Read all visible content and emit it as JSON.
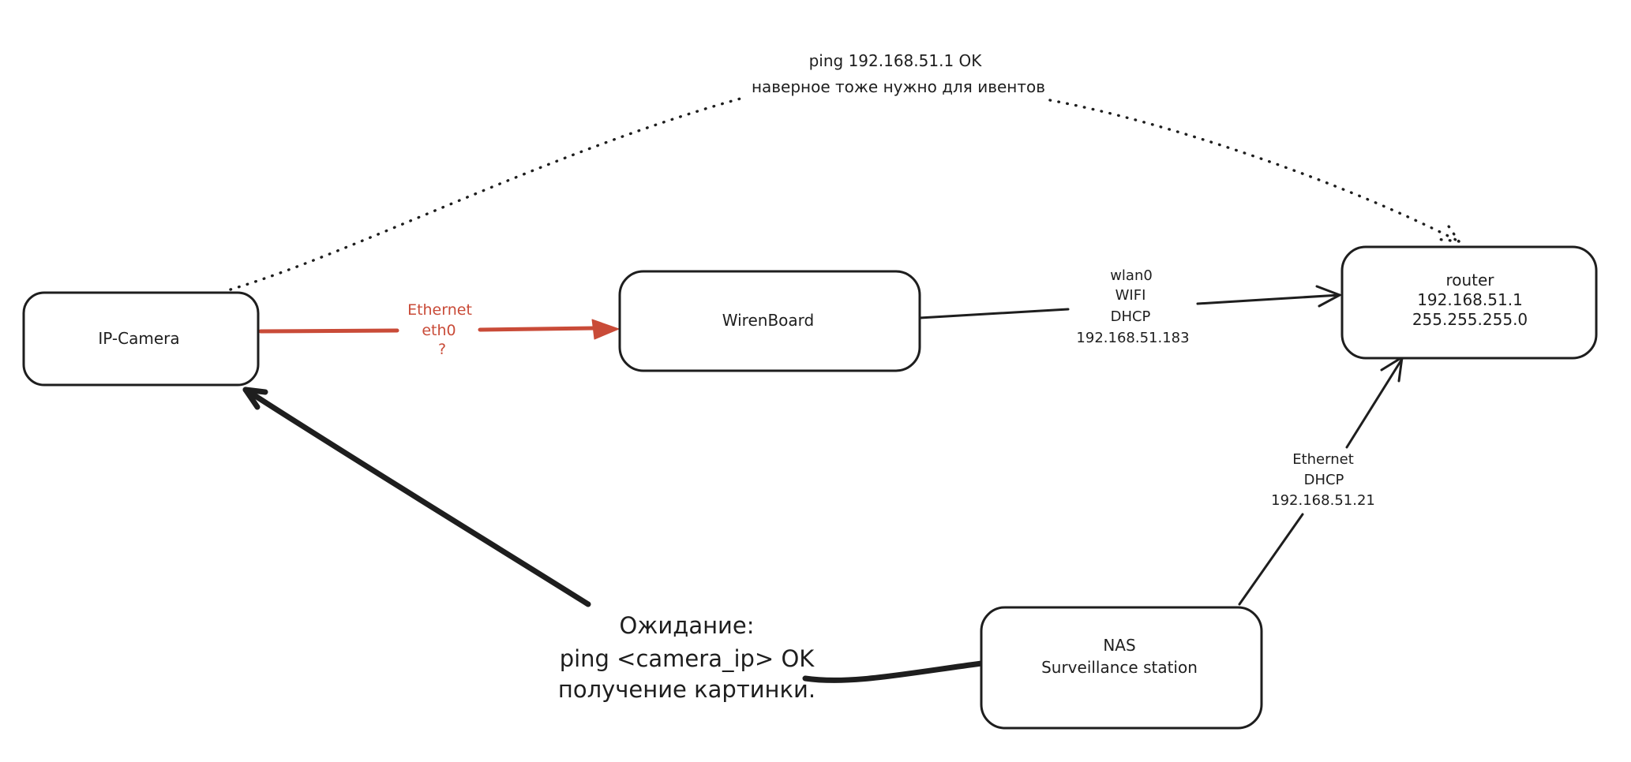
{
  "colors": {
    "ink": "#1e1e1e",
    "red": "#c94b38",
    "background": "#ffffff"
  },
  "nodes": {
    "ip_camera": {
      "label": "IP-Camera"
    },
    "wirenboard": {
      "label": "WirenBoard"
    },
    "router": {
      "line1": "router",
      "line2": "192.168.51.1",
      "line3": "255.255.255.0"
    },
    "nas": {
      "line1": "NAS",
      "line2": "Surveillance station"
    }
  },
  "edges": {
    "camera_to_wirenboard": {
      "type": "solid-arrow",
      "color": "red",
      "line1": "Ethernet",
      "line2": "eth0",
      "line3": "?"
    },
    "wirenboard_to_router": {
      "type": "solid-arrow",
      "line1": "wlan0",
      "line2": "WIFI",
      "line3": "DHCP",
      "line4": "192.168.51.183"
    },
    "nas_to_router": {
      "type": "solid-arrow",
      "line1": "Ethernet",
      "line2": "DHCP",
      "line3": "192.168.51.21"
    },
    "camera_to_router": {
      "type": "dotted-arrow",
      "line1": "ping 192.168.51.1 OK",
      "line2": "наверное тоже нужно для ивентов"
    },
    "note_to_camera": {
      "type": "thick-arrow"
    },
    "nas_to_note": {
      "type": "thick-line"
    }
  },
  "note": {
    "line1": "Ожидание:",
    "line2": "ping <camera_ip> OK",
    "line3": "получение картинки."
  }
}
